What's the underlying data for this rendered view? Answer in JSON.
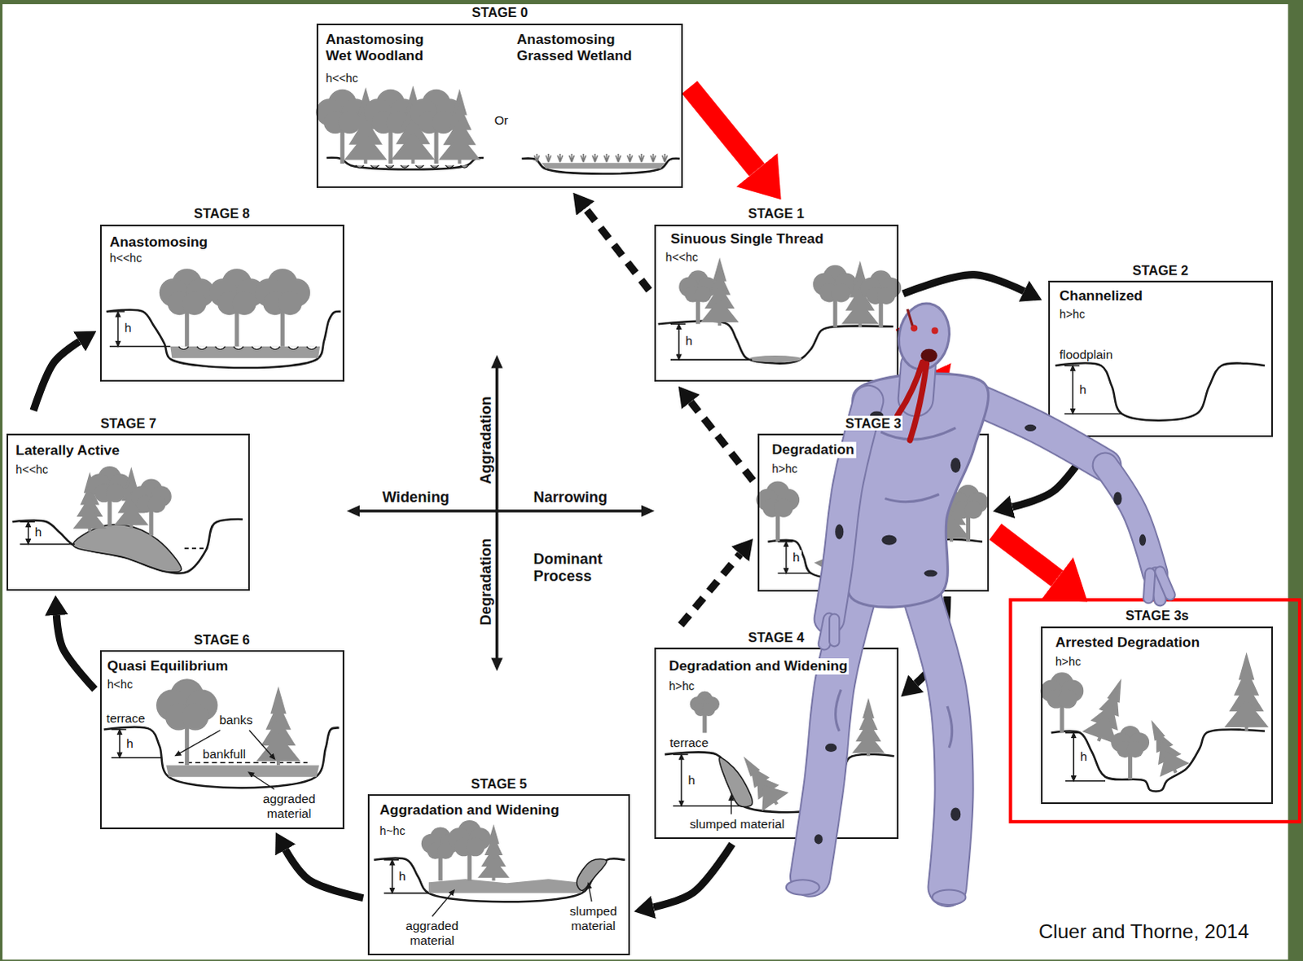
{
  "diagram": {
    "caption": "Cluer and Thorne, 2014",
    "nodes": [
      {
        "text": [
          "STAGE 0",
          "Anastomosing Wet Woodland",
          "h<<hc",
          "Or",
          "Anastomosing Grassed Wetland"
        ]
      },
      {
        "text": [
          "STAGE 8",
          "Anastomosing",
          "h<<hc",
          "h"
        ]
      },
      {
        "text": [
          "STAGE 1",
          "Sinuous Single Thread",
          "h<<hc",
          "h"
        ]
      },
      {
        "text": [
          "STAGE 2",
          "Channelized",
          "h>hc",
          "floodplain",
          "h"
        ]
      },
      {
        "text": [
          "STAGE 7",
          "Laterally Active",
          "h<<hc",
          "h"
        ]
      },
      {
        "text": [
          "STAGE 3",
          "Degradation",
          "h>hc",
          "h"
        ]
      },
      {
        "text": [
          "STAGE 6",
          "Quasi Equilibrium",
          "h<hc",
          "terrace",
          "banks",
          "bankfull",
          "aggraded material",
          "h"
        ]
      },
      {
        "text": [
          "STAGE 4",
          "Degradation and Widening",
          "h>hc",
          "terrace",
          "h",
          "slumped material"
        ]
      },
      {
        "text": [
          "STAGE 3s",
          "Arrested Degradation",
          "h>hc",
          "h"
        ]
      },
      {
        "text": [
          "STAGE 5",
          "Aggradation and Widening",
          "h~hc",
          "h",
          "aggraded material",
          "slumped material"
        ]
      }
    ],
    "edges": [
      {
        "from": 0,
        "to": 2,
        "arrow": "to"
      },
      {
        "from": 2,
        "to": 3,
        "arrow": "to"
      },
      {
        "from": 3,
        "to": 5,
        "arrow": "to"
      },
      {
        "from": 2,
        "to": 5,
        "arrow": "to"
      },
      {
        "from": 5,
        "to": 8,
        "arrow": "to"
      },
      {
        "from": 5,
        "to": 7,
        "arrow": "to"
      },
      {
        "from": 7,
        "to": 9,
        "arrow": "to"
      },
      {
        "from": 9,
        "to": 6,
        "arrow": "to"
      },
      {
        "from": 6,
        "to": 4,
        "arrow": "to"
      },
      {
        "from": 4,
        "to": 1,
        "arrow": "to"
      },
      {
        "from": 2,
        "to": 0,
        "arrow": "to"
      },
      {
        "from": 5,
        "to": 2,
        "arrow": "to"
      },
      {
        "from": 7,
        "to": 5,
        "arrow": "to"
      }
    ],
    "labels": [
      "Aggradation",
      "Degradation",
      "Widening",
      "Narrowing",
      "Dominant Process"
    ]
  }
}
